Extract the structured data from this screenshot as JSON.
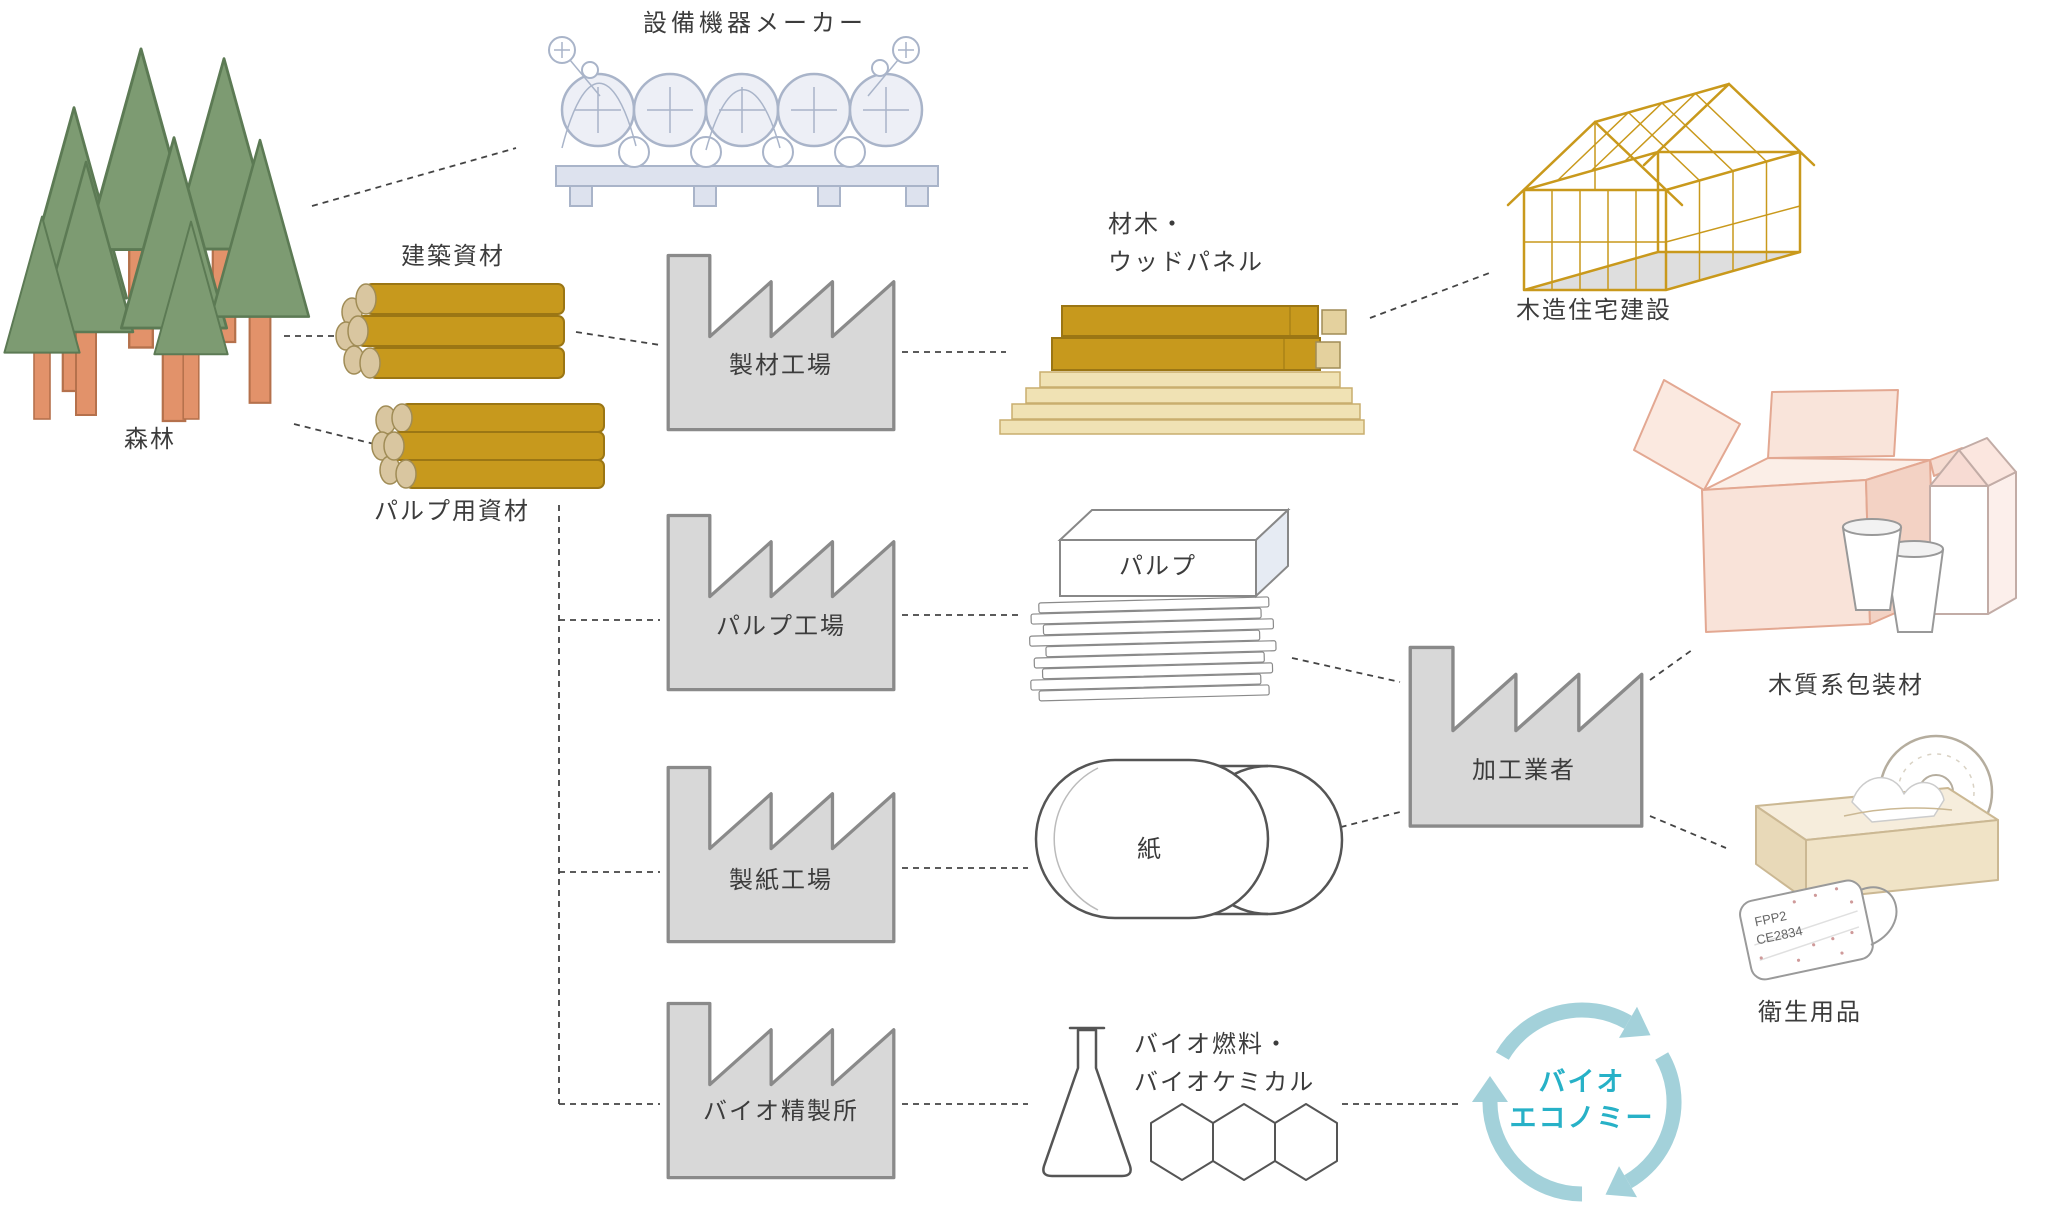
{
  "diagram": {
    "nodes": {
      "forest": {
        "label": "森林"
      },
      "equipment_maker": {
        "label": "設備機器メーカー"
      },
      "construction_materials": {
        "label": "建築資材"
      },
      "pulp_materials": {
        "label": "パルプ用資材"
      },
      "sawmill": {
        "label": "製材工場"
      },
      "lumber_wood_panel": {
        "label_line1": "材木・",
        "label_line2": "ウッドパネル"
      },
      "wooden_house": {
        "label": "木造住宅建設"
      },
      "pulp_mill": {
        "label": "パルプ工場"
      },
      "pulp": {
        "label": "パルプ"
      },
      "paper_mill": {
        "label": "製紙工場"
      },
      "paper": {
        "label": "紙"
      },
      "processor": {
        "label": "加工業者"
      },
      "wood_packaging": {
        "label": "木質系包装材"
      },
      "sanitary": {
        "label": "衛生用品",
        "mask_line1": "FPP2",
        "mask_line2": "CE2834"
      },
      "biorefinery": {
        "label": "バイオ精製所"
      },
      "biofuel": {
        "label_line1": "バイオ燃料・",
        "label_line2": "バイオケミカル"
      },
      "bioeconomy": {
        "label_line1": "バイオ",
        "label_line2": "エコノミー"
      }
    },
    "connections": [
      {
        "from": "forest",
        "to": "equipment_maker"
      },
      {
        "from": "forest",
        "to": "construction_materials"
      },
      {
        "from": "forest",
        "to": "pulp_materials"
      },
      {
        "from": "construction_materials",
        "to": "sawmill"
      },
      {
        "from": "sawmill",
        "to": "lumber_wood_panel"
      },
      {
        "from": "lumber_wood_panel",
        "to": "wooden_house"
      },
      {
        "from": "pulp_materials",
        "to": "pulp_mill"
      },
      {
        "from": "pulp_materials",
        "to": "paper_mill"
      },
      {
        "from": "pulp_materials",
        "to": "biorefinery"
      },
      {
        "from": "pulp_mill",
        "to": "pulp"
      },
      {
        "from": "pulp",
        "to": "processor"
      },
      {
        "from": "paper_mill",
        "to": "paper"
      },
      {
        "from": "paper",
        "to": "processor"
      },
      {
        "from": "processor",
        "to": "wood_packaging"
      },
      {
        "from": "processor",
        "to": "sanitary"
      },
      {
        "from": "biorefinery",
        "to": "biofuel"
      },
      {
        "from": "biofuel",
        "to": "bioeconomy"
      }
    ],
    "colors": {
      "tree_green": "#7d9b72",
      "trunk_orange": "#e2926a",
      "log_yellow": "#c7991d",
      "factory_gray": "#d8d8d8",
      "machine_blue": "#a9b4c9",
      "house_gold": "#c9991c",
      "box_peach": "#f9e3d9",
      "bioeconomy_teal": "#27b1c7",
      "line_dark": "#444444"
    }
  }
}
